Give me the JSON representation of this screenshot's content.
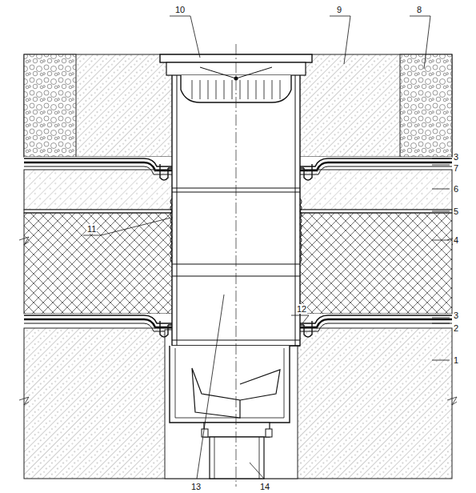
{
  "diagram": {
    "labels": [
      "10",
      "9",
      "8",
      "3",
      "7",
      "6",
      "5",
      "4",
      "11",
      "3",
      "2",
      "12",
      "1",
      "13",
      "14"
    ]
  }
}
